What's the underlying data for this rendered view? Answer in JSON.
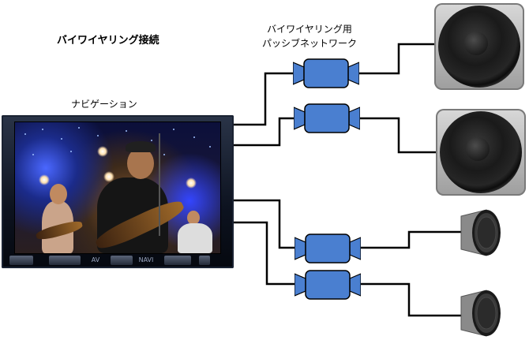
{
  "diagram": {
    "title": "バイワイヤリング接続",
    "navigation_label": "ナビゲーション",
    "network_label_line1": "バイワイヤリング用",
    "network_label_line2": "パッシブネットワーク"
  },
  "head_unit": {
    "buttons": [
      "AV",
      "NAVI"
    ]
  },
  "colors": {
    "network_box": "#4a7fd0",
    "wire": "#000000",
    "woofer_frame": "#b0b0b0",
    "tweeter_grille": "#2b2b2b"
  },
  "icons": {
    "woofer": "woofer-speaker-icon",
    "tweeter": "tweeter-speaker-icon",
    "network": "passive-network-icon"
  }
}
